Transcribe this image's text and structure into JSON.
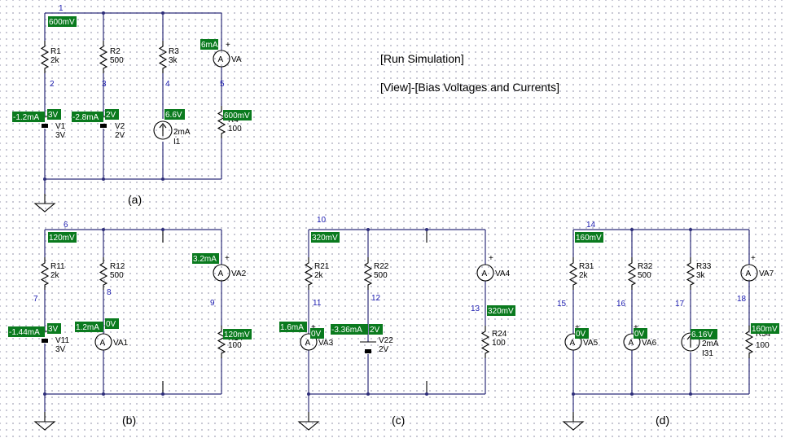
{
  "instructions": {
    "run": "[Run Simulation]",
    "view": "[View]-[Bias Voltages and Currents]"
  },
  "colors": {
    "wire": "#2e2e7a",
    "node": "#1c1cb0",
    "label_bg": "#0a7a1e",
    "label_text": "#ffffff"
  },
  "circuits": [
    {
      "caption": "(a)",
      "nodes": [
        "1",
        "2",
        "3",
        "4",
        "5"
      ],
      "components": [
        {
          "name": "R1",
          "value": "2k"
        },
        {
          "name": "R2",
          "value": "500"
        },
        {
          "name": "R3",
          "value": "3k"
        },
        {
          "name": "VA",
          "value": ""
        },
        {
          "name": "V1",
          "value": "3V"
        },
        {
          "name": "V2",
          "value": "2V"
        },
        {
          "name": "I1",
          "value": "2mA"
        },
        {
          "name": "R4",
          "value": "100"
        }
      ],
      "readings": [
        "600mV",
        "6mA",
        "-1.2mA",
        "3V",
        "-2.8mA",
        "2V",
        "6.6V",
        "600mV"
      ]
    },
    {
      "caption": "(b)",
      "nodes": [
        "6",
        "7",
        "8",
        "9"
      ],
      "components": [
        {
          "name": "R11",
          "value": "2k"
        },
        {
          "name": "R12",
          "value": "500"
        },
        {
          "name": "VA2",
          "value": ""
        },
        {
          "name": "V11",
          "value": "3V"
        },
        {
          "name": "VA1",
          "value": ""
        },
        {
          "name": "R14",
          "value": "100"
        }
      ],
      "readings": [
        "120mV",
        "3.2mA",
        "-1.44mA",
        "3V",
        "1.2mA",
        "0V",
        "120mV"
      ]
    },
    {
      "caption": "(c)",
      "nodes": [
        "10",
        "11",
        "12",
        "13"
      ],
      "components": [
        {
          "name": "R21",
          "value": "2k"
        },
        {
          "name": "R22",
          "value": "500"
        },
        {
          "name": "VA4",
          "value": ""
        },
        {
          "name": "VA3",
          "value": ""
        },
        {
          "name": "V22",
          "value": "2V"
        },
        {
          "name": "R24",
          "value": "100"
        }
      ],
      "readings": [
        "320mV",
        "1.6mA",
        "0V",
        "-3.36mA",
        "2V",
        "320mV"
      ]
    },
    {
      "caption": "(d)",
      "nodes": [
        "14",
        "15",
        "16",
        "17",
        "18"
      ],
      "components": [
        {
          "name": "R31",
          "value": "2k"
        },
        {
          "name": "R32",
          "value": "500"
        },
        {
          "name": "R33",
          "value": "3k"
        },
        {
          "name": "VA7",
          "value": ""
        },
        {
          "name": "VA5",
          "value": ""
        },
        {
          "name": "VA6",
          "value": ""
        },
        {
          "name": "I31",
          "value": "2mA"
        },
        {
          "name": "R34",
          "value": "100"
        }
      ],
      "readings": [
        "160mV",
        "0V",
        "0V",
        "6.16V",
        "160mV"
      ]
    }
  ]
}
